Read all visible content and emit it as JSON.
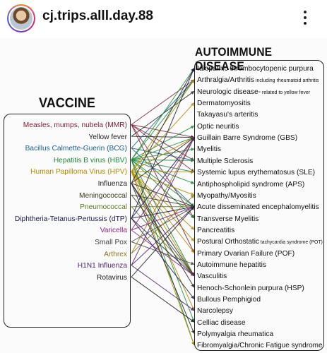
{
  "header": {
    "username": "cj.trips.alll.day.88"
  },
  "diagram": {
    "vaccine_title": "VACCINE",
    "disease_title": "AUTOIMMUNE DISEASE",
    "vaccines": [
      {
        "label": "Measles, mumps, nubela (MMR)",
        "color": "#7a1f33"
      },
      {
        "label": "Yellow fever",
        "color": "#222222"
      },
      {
        "label": "Bacillus Calmette-Guerin (BCG)",
        "color": "#1a5f8a"
      },
      {
        "label": "Hepatitis B virus (HBV)",
        "color": "#1f8a3a"
      },
      {
        "label": "Human Papilloma Virus (HPV)",
        "color": "#b08a00"
      },
      {
        "label": "Influenza",
        "color": "#222222"
      },
      {
        "label": "Meningococcal",
        "color": "#3a3a1f"
      },
      {
        "label": "Pneumococcal",
        "color": "#5a7a2a"
      },
      {
        "label": "Diphtheria-Tetanus-Pertussis (dTP)",
        "color": "#1a1a4a"
      },
      {
        "label": "Varicella",
        "color": "#8a1f7a"
      },
      {
        "label": "Small Pox",
        "color": "#444444"
      },
      {
        "label": "Arthrex",
        "color": "#8a7a1f"
      },
      {
        "label": "H1N1 Influenza",
        "color": "#4a1f6a"
      },
      {
        "label": "Rotavirus",
        "color": "#1a1a1a"
      }
    ],
    "diseases": [
      {
        "label": "Idiopathic thrombocytopenic purpura",
        "small": ""
      },
      {
        "label": "Arthralgia/Arthritis",
        "small": " including rheumatoid arthritis"
      },
      {
        "label": "Neurologic disease-",
        "small": " related to yellow fever"
      },
      {
        "label": "Dermatomyositis",
        "small": ""
      },
      {
        "label": "Takayasu's arteritis",
        "small": ""
      },
      {
        "label": "Optic neuritis",
        "small": ""
      },
      {
        "label": "Guillain Barre Syndrome (GBS)",
        "small": ""
      },
      {
        "label": "Myelitis",
        "small": ""
      },
      {
        "label": "Multiple Sclerosis",
        "small": ""
      },
      {
        "label": "Systemic lupus erythematosus (SLE)",
        "small": ""
      },
      {
        "label": "Antiphospholipid syndrome (APS)",
        "small": ""
      },
      {
        "label": "Myopathy/Myositis",
        "small": ""
      },
      {
        "label": "Acute disseminated encephalomyelitis",
        "small": ""
      },
      {
        "label": "Transverse Myelitis",
        "small": ""
      },
      {
        "label": "Pancreatitis",
        "small": ""
      },
      {
        "label": "Postural Orthostatic",
        "small": " tachycardia syndrome (POT)"
      },
      {
        "label": "Primary Ovarian Failure (POF)",
        "small": ""
      },
      {
        "label": "Autoimmune hepatitis",
        "small": ""
      },
      {
        "label": "Vasculitis",
        "small": ""
      },
      {
        "label": "Henoch-Schonlein purpura (HSP)",
        "small": ""
      },
      {
        "label": "Bullous Pemphigiod",
        "small": ""
      },
      {
        "label": "Narcolepsy",
        "small": ""
      },
      {
        "label": "Celliac disease",
        "small": ""
      },
      {
        "label": "Polymyalgia rheumatica",
        "small": ""
      },
      {
        "label": "Fibromyalgia/Chronic Fatigue syndrome",
        "small": ""
      }
    ],
    "links": [
      [
        0,
        6
      ],
      [
        0,
        1
      ],
      [
        0,
        8
      ],
      [
        0,
        9
      ],
      [
        0,
        13
      ],
      [
        0,
        16
      ],
      [
        1,
        2
      ],
      [
        1,
        6
      ],
      [
        2,
        8
      ],
      [
        2,
        12
      ],
      [
        2,
        1
      ],
      [
        3,
        0
      ],
      [
        3,
        1
      ],
      [
        3,
        5
      ],
      [
        3,
        6
      ],
      [
        3,
        7
      ],
      [
        3,
        8
      ],
      [
        3,
        9
      ],
      [
        3,
        10
      ],
      [
        3,
        12
      ],
      [
        3,
        13
      ],
      [
        3,
        18
      ],
      [
        3,
        22
      ],
      [
        3,
        24
      ],
      [
        4,
        1
      ],
      [
        4,
        3
      ],
      [
        4,
        6
      ],
      [
        4,
        9
      ],
      [
        4,
        11
      ],
      [
        4,
        14
      ],
      [
        4,
        15
      ],
      [
        4,
        16
      ],
      [
        4,
        18
      ],
      [
        4,
        21
      ],
      [
        4,
        24
      ],
      [
        5,
        6
      ],
      [
        5,
        12
      ],
      [
        5,
        18
      ],
      [
        5,
        19
      ],
      [
        5,
        23
      ],
      [
        5,
        0
      ],
      [
        6,
        12
      ],
      [
        6,
        18
      ],
      [
        7,
        18
      ],
      [
        7,
        12
      ],
      [
        8,
        6
      ],
      [
        8,
        12
      ],
      [
        8,
        0
      ],
      [
        8,
        18
      ],
      [
        8,
        20
      ],
      [
        9,
        12
      ],
      [
        9,
        18
      ],
      [
        9,
        6
      ],
      [
        10,
        12
      ],
      [
        10,
        17
      ],
      [
        11,
        11
      ],
      [
        11,
        6
      ],
      [
        12,
        21
      ],
      [
        12,
        6
      ],
      [
        12,
        12
      ],
      [
        13,
        22
      ],
      [
        13,
        12
      ]
    ]
  }
}
